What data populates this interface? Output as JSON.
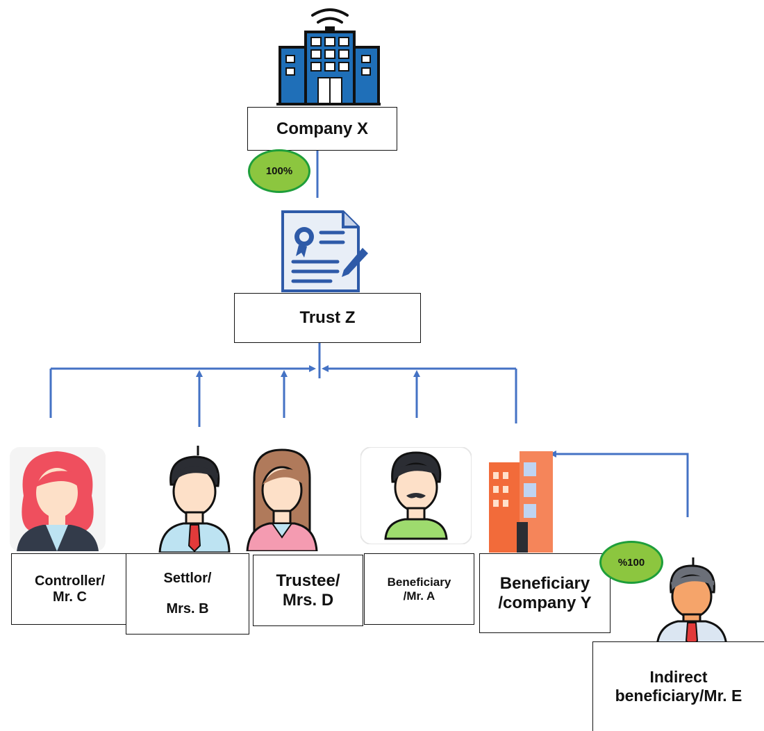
{
  "nodes": {
    "company_x": "Company X",
    "trust_z": "Trust Z",
    "controller": "Controller/\nMr. C",
    "settlor_line1": "Settlor/",
    "settlor_line2": "Mrs. B",
    "trustee": "Trustee/\nMrs. D",
    "beneficiary_a": "Beneficiary\n/Mr. A",
    "beneficiary_y": "Beneficiary\n/company Y",
    "indirect_e": "Indirect\nbeneficiary/Mr. E"
  },
  "badges": {
    "trust_to_company": "100%",
    "e_to_company_y": "%100"
  },
  "colors": {
    "arrow": "#4472c4",
    "badge_fill": "#8cc63f",
    "badge_border": "#1e9e3a",
    "building_blue": "#1f6fb8",
    "building_orange": "#f26b3a"
  },
  "icons": {
    "company_x": "office-building-wifi-icon",
    "trust_z": "certificate-document-icon",
    "controller": "woman-red-hair-avatar-icon",
    "settlor": "man-tie-avatar-icon",
    "trustee": "woman-avatar-icon",
    "beneficiary_a": "man-mustache-avatar-icon",
    "beneficiary_y": "orange-building-icon",
    "indirect_e": "man-headset-avatar-icon"
  }
}
